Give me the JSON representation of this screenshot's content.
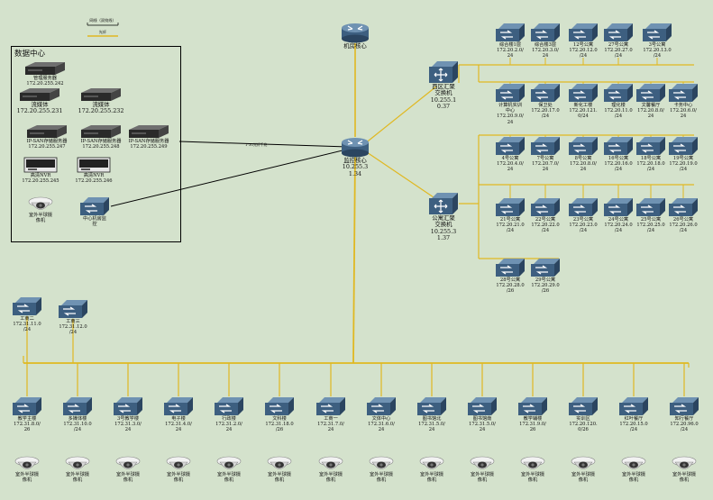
{
  "legend": {
    "line1": "网线（双绞线）",
    "line2": "光纤"
  },
  "datacenter": {
    "title": "数据中心"
  },
  "link_label": "1-3G光纤千兆",
  "icons": {
    "switch": "switch-icon",
    "router": "router-icon",
    "server": "server-icon",
    "nvr": "nvr-icon",
    "camera": "dome-camera-icon"
  },
  "colors": {
    "background": "#d4e2cc",
    "fiber": "#e0b821",
    "copper": "#000000",
    "switch": "#3d5f80"
  },
  "nodes": [
    {
      "id": "room-core",
      "type": "router",
      "label": "机房核心"
    },
    {
      "id": "monitor-core",
      "type": "router",
      "label": "监控核心\n10.255.3\n1.34"
    },
    {
      "id": "west-agg",
      "type": "switch-agg",
      "label": "西区汇聚\n交换机\n10.255.1\n0.37"
    },
    {
      "id": "apt-agg",
      "type": "switch-agg",
      "label": "公寓汇聚\n交换机\n10.255.3\n1.37"
    },
    {
      "id": "mgmt-server",
      "type": "server",
      "label": "管理服务器\n172.20.255.242"
    },
    {
      "id": "stream1",
      "type": "server",
      "label": "流媒体\n172.20.255.231"
    },
    {
      "id": "stream2",
      "type": "server",
      "label": "流媒体\n172.20.255.232"
    },
    {
      "id": "storage1",
      "type": "server",
      "label": "IP-SAN存储服务器\n172.20.255.247"
    },
    {
      "id": "storage2",
      "type": "server",
      "label": "IP-SAN存储服务器\n172.20.255.248"
    },
    {
      "id": "storage3",
      "type": "server",
      "label": "IP-SAN存储服务器\n172.20.255.249"
    },
    {
      "id": "nvr1",
      "type": "nvr",
      "label": "高清NVR\n172.20.255.245"
    },
    {
      "id": "nvr2",
      "type": "nvr",
      "label": "高清NVR\n172.20.255.246"
    },
    {
      "id": "dc-camera",
      "type": "camera",
      "label": "室外半球摄\n像机"
    },
    {
      "id": "center-sw",
      "type": "switch",
      "label": "中心机房监\n控"
    },
    {
      "id": "w1",
      "type": "switch",
      "label": "综合楼1层\n172.20.2.0/\n24"
    },
    {
      "id": "w2",
      "type": "switch",
      "label": "综合楼3层\n172.20.3.0/\n24"
    },
    {
      "id": "w3",
      "type": "switch",
      "label": "12号公寓\n172.20.12.0\n/24"
    },
    {
      "id": "w4",
      "type": "switch",
      "label": "27号公寓\n172.20.27.0\n/24"
    },
    {
      "id": "w5",
      "type": "switch",
      "label": "3号公寓\n172.20.13.0\n/24"
    },
    {
      "id": "w6",
      "type": "switch",
      "label": "计算机实训\n中心\n172.20.9.0/\n24"
    },
    {
      "id": "w7",
      "type": "switch",
      "label": "保卫处\n172.20.17.0\n/24"
    },
    {
      "id": "w8",
      "type": "switch",
      "label": "新化工楼\n172.20.121.\n0/24"
    },
    {
      "id": "w9",
      "type": "switch",
      "label": "理化楼\n172.20.11.0\n/24"
    },
    {
      "id": "w10",
      "type": "switch",
      "label": "文馨餐厅\n172.20.8.0/\n24"
    },
    {
      "id": "w11",
      "type": "switch",
      "label": "卡务中心\n172.20.6.0/\n24"
    },
    {
      "id": "a1",
      "type": "switch",
      "label": "4号公寓\n172.20.4.0/\n24"
    },
    {
      "id": "a2",
      "type": "switch",
      "label": "7号公寓\n172.20.7.0/\n24"
    },
    {
      "id": "a3",
      "type": "switch",
      "label": "8号公寓\n172.20.8.0/\n24"
    },
    {
      "id": "a4",
      "type": "switch",
      "label": "16号公寓\n172.20.16.0\n/24"
    },
    {
      "id": "a5",
      "type": "switch",
      "label": "18号公寓\n172.20.18.0\n/24"
    },
    {
      "id": "a6",
      "type": "switch",
      "label": "19号公寓\n172.20.19.0\n/24"
    },
    {
      "id": "a7",
      "type": "switch",
      "label": "21号公寓\n172.20.21.0\n/24"
    },
    {
      "id": "a8",
      "type": "switch",
      "label": "22号公寓\n172.20.22.0\n/24"
    },
    {
      "id": "a9",
      "type": "switch",
      "label": "23号公寓\n172.20.23.0\n/24"
    },
    {
      "id": "a10",
      "type": "switch",
      "label": "24号公寓\n172.20.24.0\n/24"
    },
    {
      "id": "a11",
      "type": "switch",
      "label": "25号公寓\n172.20.25.0\n/24"
    },
    {
      "id": "a12",
      "type": "switch",
      "label": "26号公寓\n172.20.26.0\n/24"
    },
    {
      "id": "a13",
      "type": "switch",
      "label": "28号公寓\n172.20.28.0\n/26"
    },
    {
      "id": "a14",
      "type": "switch",
      "label": "29号公寓\n172.20.29.0\n/26"
    },
    {
      "id": "e2",
      "type": "switch",
      "label": "工商二\n172.31.11.0\n/24"
    },
    {
      "id": "e3",
      "type": "switch",
      "label": "工商三\n172.31.12.0\n/24"
    },
    {
      "id": "b1",
      "type": "switch",
      "label": "教学主楼\n172.31.8.0/\n26"
    },
    {
      "id": "b2",
      "type": "switch",
      "label": "多媒体楼\n172.31.10.0\n/24"
    },
    {
      "id": "b3",
      "type": "switch",
      "label": "3号教学楼\n172.31.3.0/\n24"
    },
    {
      "id": "b4",
      "type": "switch",
      "label": "电子楼\n172.31.4.0/\n24"
    },
    {
      "id": "b5",
      "type": "switch",
      "label": "行政楼\n172.31.2.0/\n24"
    },
    {
      "id": "b6",
      "type": "switch",
      "label": "文科楼\n172.31.18.0\n/26"
    },
    {
      "id": "b7",
      "type": "switch",
      "label": "工商一\n172.31.7.0/\n24"
    },
    {
      "id": "b8",
      "type": "switch",
      "label": "文体中心\n172.31.6.0/\n24"
    },
    {
      "id": "b9",
      "type": "switch",
      "label": "图书馆北\n172.31.5.0/\n24"
    },
    {
      "id": "b10",
      "type": "switch",
      "label": "图书馆南\n172.31.5.0/\n24"
    },
    {
      "id": "b11",
      "type": "switch",
      "label": "教学辅楼\n172.31.9.0/\n26"
    },
    {
      "id": "b12",
      "type": "switch",
      "label": "实训区\n172.20.120.\n0/26"
    },
    {
      "id": "b13",
      "type": "switch",
      "label": "红叶餐厅\n172.20.15.0\n/24"
    },
    {
      "id": "b14",
      "type": "switch",
      "label": "知行餐厅\n172.20.96.0\n/24"
    }
  ],
  "cameras": {
    "label": "室外半球摄\n像机",
    "count": 14
  }
}
